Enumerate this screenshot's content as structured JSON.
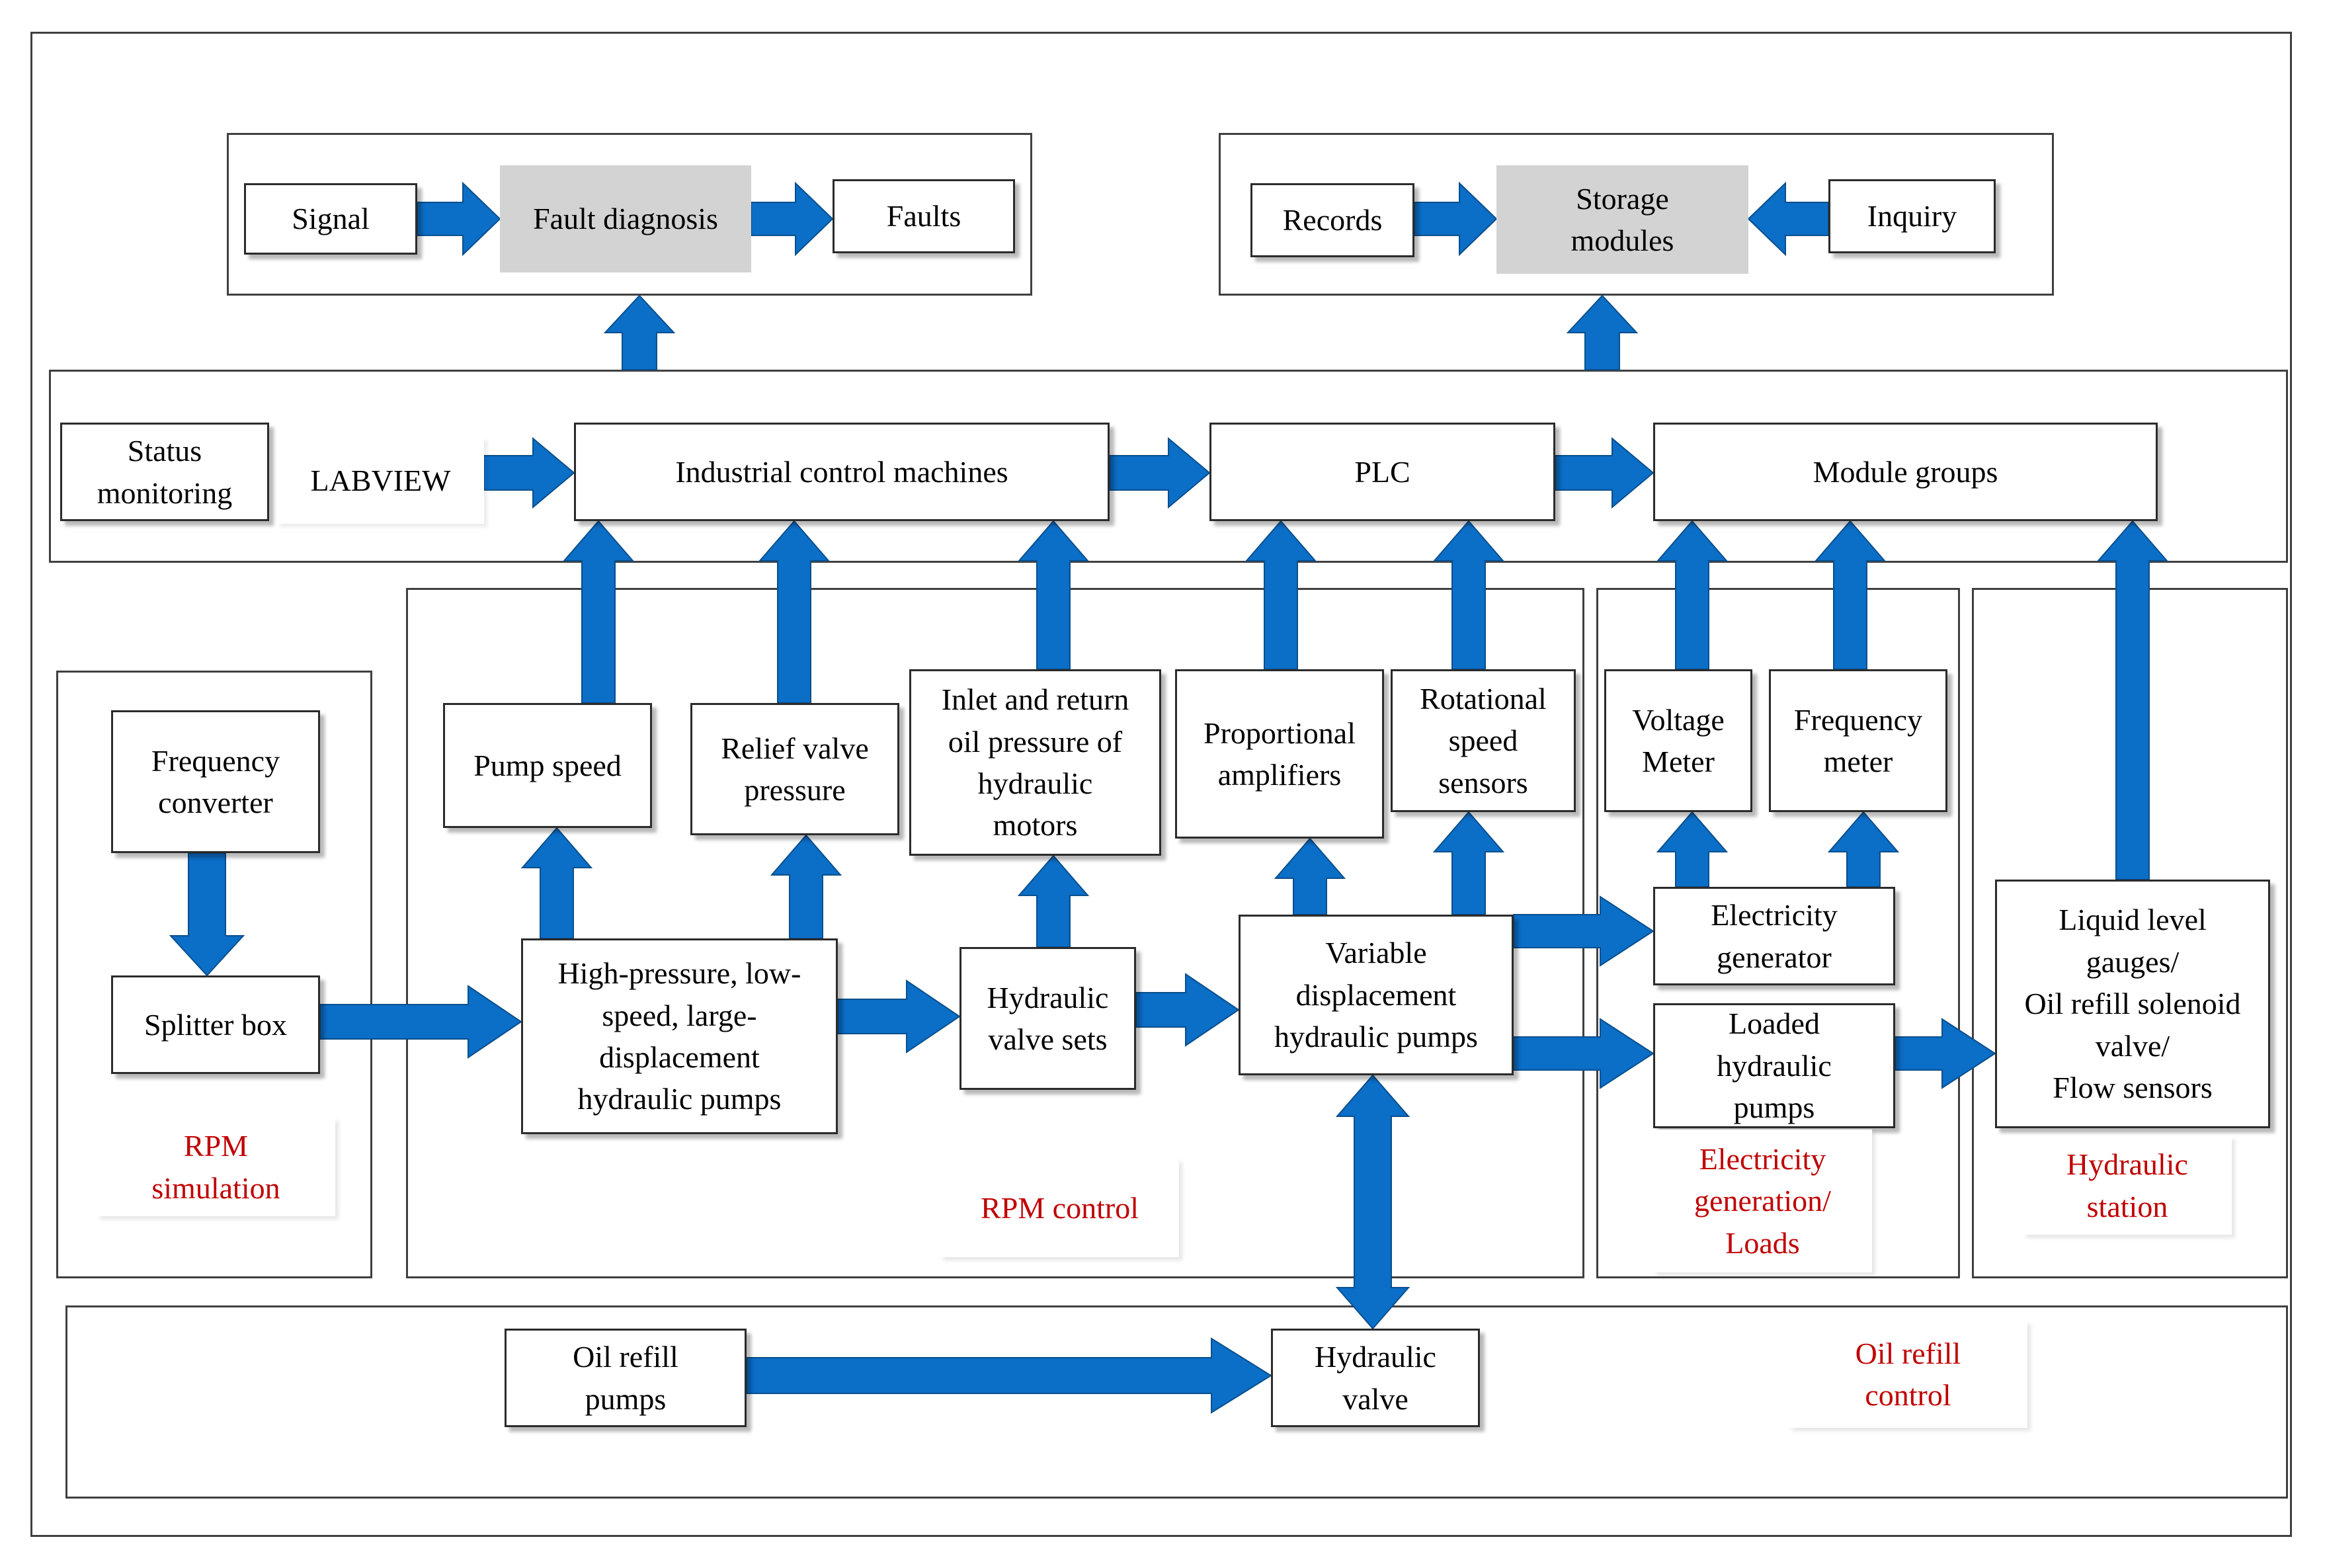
{
  "colors": {
    "arrow": "#0b6ec7",
    "arrow_outline": "#0a4f8c",
    "caption_text": "#c00000",
    "highlight_box": "#d3d3d3",
    "box_border": "#2b2b2b",
    "frame_border": "#404040"
  },
  "fault_panel": {
    "signal": "Signal",
    "fault_diagnosis": "Fault diagnosis",
    "faults": "Faults"
  },
  "storage_panel": {
    "records": "Records",
    "storage_modules": "Storage\nmodules",
    "inquiry": "Inquiry"
  },
  "control_row": {
    "status_monitoring": "Status\nmonitoring",
    "labview": "LABVIEW",
    "industrial_control": "Industrial control machines",
    "plc": "PLC",
    "module_groups": "Module groups"
  },
  "rpm_simulation": {
    "frequency_converter": "Frequency\nconverter",
    "splitter_box": "Splitter box",
    "caption": "RPM\nsimulation"
  },
  "rpm_control": {
    "pump_speed": "Pump speed",
    "relief_valve_pressure": "Relief valve\npressure",
    "inlet_return_pressure": "Inlet and return\noil pressure of\nhydraulic\nmotors",
    "proportional_amplifiers": "Proportional\namplifiers",
    "rotational_speed_sensors": "Rotational\nspeed\nsensors",
    "high_pressure_pumps": "High-pressure, low-\nspeed, large-\ndisplacement\nhydraulic pumps",
    "hydraulic_valve_sets": "Hydraulic\nvalve sets",
    "variable_displacement_pumps": "Variable\ndisplacement\nhydraulic pumps",
    "caption": "RPM control"
  },
  "electricity": {
    "voltage_meter": "Voltage\nMeter",
    "frequency_meter": "Frequency\nmeter",
    "electricity_generator": "Electricity\ngenerator",
    "loaded_pumps": "Loaded\nhydraulic\npumps",
    "caption": "Electricity\ngeneration/\nLoads"
  },
  "hydraulic_station": {
    "sensors": "Liquid level\ngauges/\nOil refill solenoid\nvalve/\nFlow sensors",
    "caption": "Hydraulic\nstation"
  },
  "oil_refill": {
    "oil_refill_pumps": "Oil refill\npumps",
    "hydraulic_valve": "Hydraulic\nvalve",
    "caption": "Oil refill\ncontrol"
  }
}
